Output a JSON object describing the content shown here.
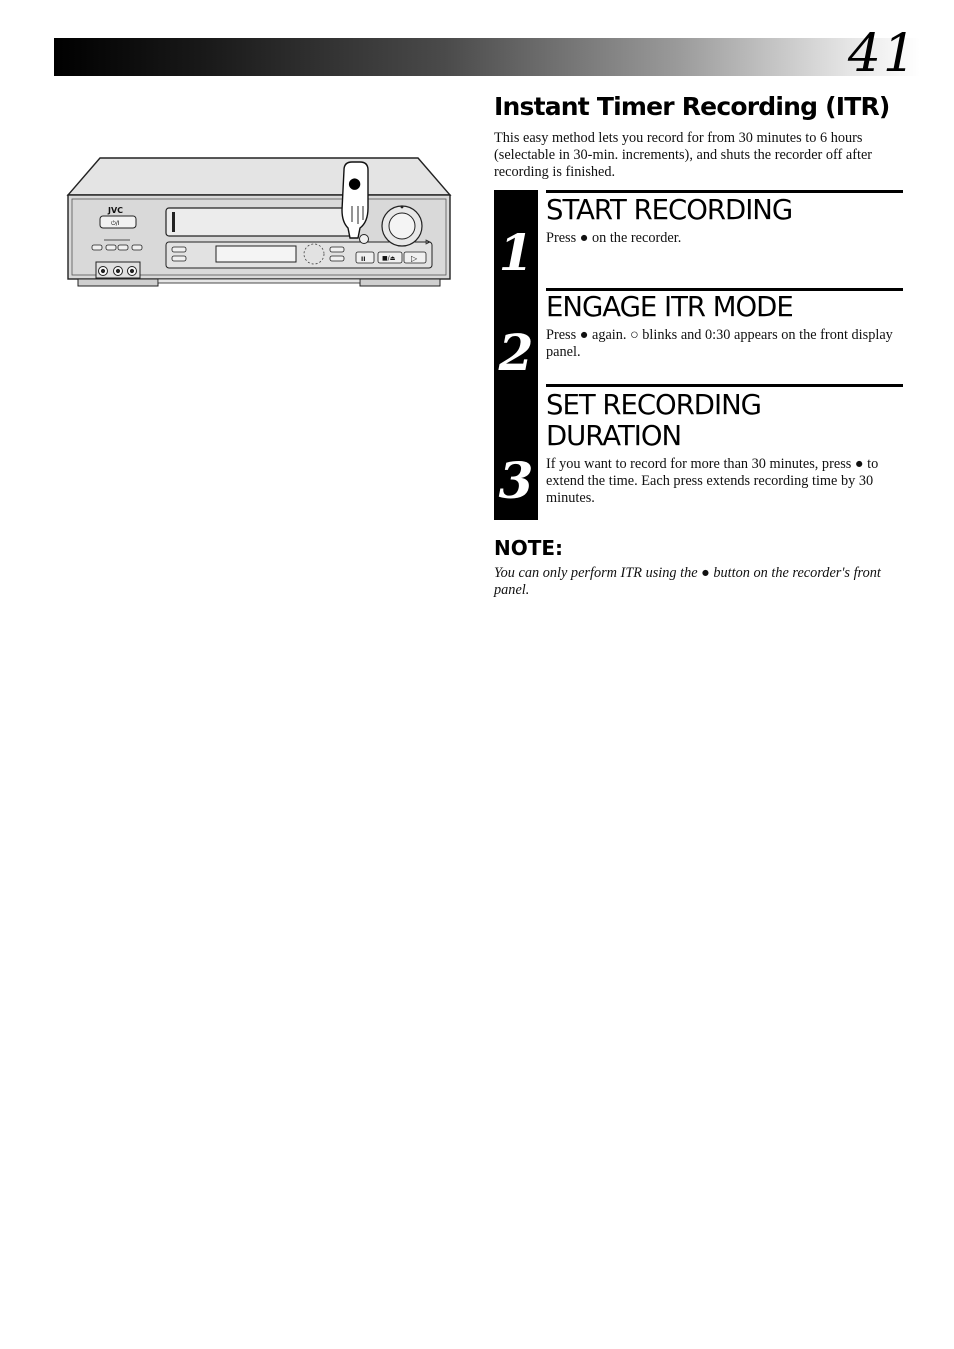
{
  "page": {
    "number": "41"
  },
  "section": {
    "title": "Instant Timer Recording (ITR)",
    "intro": "This easy method lets you record for from 30 minutes to 6 hours (selectable in 30-min. increments), and shuts the recorder off after recording is finished."
  },
  "steps": [
    {
      "number": "1",
      "heading_lines": [
        "START RECORDING"
      ],
      "text": "Press ● on the recorder."
    },
    {
      "number": "2",
      "heading_lines": [
        "ENGAGE ITR MODE"
      ],
      "text": "Press ● again. ○ blinks and 0:30 appears on the front display panel."
    },
    {
      "number": "3",
      "heading_lines": [
        "SET RECORDING",
        "DURATION"
      ],
      "text": "If you want to record for more than 30 minutes, press ● to extend the time. Each press extends recording time by 30 minutes."
    }
  ],
  "note": {
    "title": "NOTE:",
    "text": "You can only perform ITR using the ● button on the recorder's front panel."
  },
  "figure": {
    "brand": "JVC",
    "finger_button_symbol": "●",
    "power_label": "⏻/I",
    "pause_symbol": "II",
    "stop_eject_symbol": "■/⏏",
    "play_symbol": "▷"
  }
}
